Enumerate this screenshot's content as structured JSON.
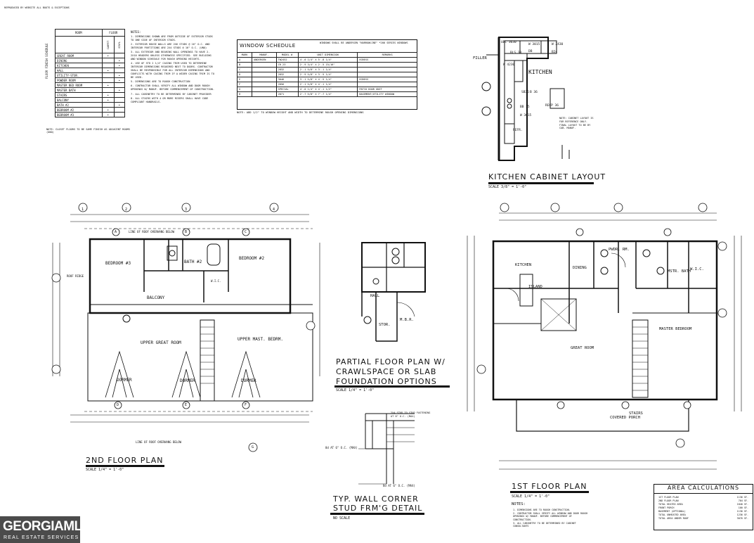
{
  "header_line": "REPRODUCED BY WEBSITE ALL BOOTS & EXCEPTIONS",
  "finish_schedule": {
    "side_title": "FLOOR FINISH SCHEDULE",
    "col_room": "ROOM",
    "col_floor": "FLOOR",
    "col_carpet": "CARPET",
    "col_vinyl": "VINYL",
    "rows": [
      {
        "room": "GREAT ROOM",
        "carpet": "•",
        "vinyl": ""
      },
      {
        "room": "DINING",
        "carpet": "",
        "vinyl": "•"
      },
      {
        "room": "KITCHEN",
        "carpet": "",
        "vinyl": "•"
      },
      {
        "room": "HALL",
        "carpet": "•",
        "vinyl": ""
      },
      {
        "room": "UTILITY-STOR.",
        "carpet": "",
        "vinyl": "•"
      },
      {
        "room": "POWDER ROOM",
        "carpet": "",
        "vinyl": "•"
      },
      {
        "room": "MASTER BED ROOM",
        "carpet": "•",
        "vinyl": ""
      },
      {
        "room": "MASTER BATH",
        "carpet": "",
        "vinyl": "•"
      },
      {
        "room": "STAIRS",
        "carpet": "•",
        "vinyl": ""
      },
      {
        "room": "BALCONY",
        "carpet": "•",
        "vinyl": ""
      },
      {
        "room": "BATH #2",
        "carpet": "",
        "vinyl": "•"
      },
      {
        "room": "BEDROOM #2",
        "carpet": "•",
        "vinyl": ""
      },
      {
        "room": "BEDROOM #3",
        "carpet": "•",
        "vinyl": ""
      }
    ],
    "footnote": "NOTE: CLOSET FLOORS TO BE SAME FINISH AS ADJACENT ROOMS (UNO)"
  },
  "general_notes": {
    "heading": "NOTES:",
    "items": [
      "1. DIMENSIONS SHOWN ARE FROM OUTSIDE OF EXTERIOR STUDS TO ONE SIDE OF INTERIOR STUDS.",
      "2. EXTERIOR HOUSE WALLS ARE 2X6 STUDS @ 16\" O.C. AND INTERIOR PARTITIONS ARE 2X4 STUDS @ 16\" O.C. (UNO)",
      "3. ALL EXTERIOR AND BEARING WALL OPENINGS TO HAVE 2-2X10 HEADERS UNLESS OTHERWISE SPECIFIED. SEE BUILDING AND WINDOW SCHEDULE FOR ROUGH OPENING HEIGHTS.",
      "4. USE OF STD 2 1/4\" CASING TRIM USED TO DETERMINE INTERIOR DIMENSIONS REQUIRED NEXT TO DOORS. CONTRACTOR SHALL BE RESPONSIBLE FOR ALL INTERIOR DIMENSIONS AND CONFLICTS WITH CASING TRIM IF A WIDER CASING TRIM IS TO BE USED.",
      "5. DIMENSIONS ARE TO ROUGH CONSTRUCTION",
      "6. CONTRACTOR SHALL VERIFY ALL WINDOW AND DOOR ROUGH OPENINGS W/ MANUF. BEFORE COMMENCEMENT OF CONSTRUCTION.",
      "7. ALL CABINETRY TO BE DETERMINED BY CABINET PROVIDER",
      "8. ALL STAIRS WITH 4 OR MORE RISERS SHALL HAVE CODE COMPLIANT HANDRAILS."
    ]
  },
  "window_schedule": {
    "title": "WINDOW SCHEDULE",
    "subtitle": "WINDOWS SHALL BE ANDERSEN \"NARROWLINE\" *200 SERIES WINDOWS",
    "headers": [
      "MARK",
      "MANUF.",
      "MODEL #",
      "UNIT DIMENSION",
      "REMARKS"
    ],
    "rows": [
      [
        "A",
        "ANDERSEN",
        "TW2452",
        "4'-0 1/4\" X 5'-8 1/4\"",
        "EGRESS"
      ],
      [
        "B",
        "",
        "CR 23",
        "2'-9 3/4\" X 2'-5 15/16\"",
        ""
      ],
      [
        "C",
        "",
        "2832",
        "2'-1 5/8\" X 3'-1 1/4\"",
        ""
      ],
      [
        "D",
        "",
        "2832",
        "2'-9 5/8\" X 3'-5 1/4\"",
        ""
      ],
      [
        "E",
        "",
        "3046",
        "3'-1 5/8\" X 4'-5 1/4\"",
        "EGRESS"
      ],
      [
        "F",
        "",
        "2856",
        "2'-1 5/8\" X 4'-1 1/4\"",
        ""
      ],
      [
        "G",
        "",
        "SPECIAL",
        "4'-0 1/4\" X 4'-1 1/2\"",
        "PATIO DOOR UNIT"
      ],
      [
        "H",
        "",
        "2871",
        "2'-7 5/8\" X 7'-7 1/4\"",
        "BASEMENT/UTILITY WINDOW"
      ]
    ],
    "note": "NOTE: ADD 1/2\" TO WINDOW HEIGHT AND WIDTH TO DETERMINE ROUGH OPENING DIMENSIONS"
  },
  "kitchen": {
    "title": "KITCHEN CABINET LAYOUT",
    "scale": "SCALE 3/8\" = 1'-0\"",
    "room_label": "KITCHEN",
    "filler": "FILLER",
    "cabinet_labels": [
      "UBC 3630",
      "W 3015",
      "W 2430",
      "DB",
      "B24",
      "BLS 33",
      "SB36",
      "B 36",
      "W 4230",
      "RECP 36",
      "W 3615",
      "BB 15",
      "REFR."
    ],
    "note": "NOTE: CABINET LAYOUT IS FOR REFERENCE ONLY. FINAL LAYOUT TO BE BY CAB. MANUF."
  },
  "second_floor": {
    "title": "2ND FLOOR PLAN",
    "scale": "SCALE 1/4\" = 1'-0\"",
    "labels": [
      "BEDROOM #3",
      "BATH #2",
      "BEDROOM #2",
      "BALCONY",
      "UPPER GREAT ROOM",
      "UPPER MAST. BEDRM.",
      "DORMER",
      "DORMER",
      "DORMER",
      "LINE OF ROOF OVERHANG BELOW",
      "LINE OF ROOF OVERHANG BELOW",
      "ROOF RIDGE",
      "W.I.C."
    ],
    "grid_bubbles": [
      "1",
      "2",
      "3",
      "4",
      "A",
      "B",
      "C",
      "D",
      "E",
      "F",
      "G"
    ]
  },
  "partial_plan": {
    "title_lines": [
      "PARTIAL FLOOR PLAN W/",
      "CRAWLSPACE OR SLAB",
      "FOUNDATION OPTIONS"
    ],
    "scale": "SCALE 1/4\" = 1'-0\"",
    "labels": [
      "STOR.",
      "M.B.R.",
      "HALL"
    ]
  },
  "wall_detail": {
    "title_lines": [
      "TYP. WALL CORNER",
      "STUD FRM'G DETAIL"
    ],
    "scale": "NO SCALE",
    "callouts": [
      "2X4 STUD TO STUD FASTENING AT 8\" O.C. (MAX)",
      "8d AT 6\" O.C. (MAX)",
      "8d AT 6\" O.C. (MAX)"
    ]
  },
  "first_floor": {
    "title": "1ST FLOOR PLAN",
    "scale": "SCALE 1/4\" = 1'-0\"",
    "labels": [
      "KITCHEN",
      "DINING",
      "PWDR. RM.",
      "MASTER BEDROOM",
      "GREAT ROOM",
      "COVERED PORCH",
      "STAIRS",
      "W.I.C.",
      "MSTR. BATH",
      "ISLAND"
    ],
    "notes_heading": "NOTES:",
    "notes": [
      "1. DIMENSIONS ARE TO ROUGH CONSTRUCTION.",
      "2. CONTRACTOR SHALL VERIFY ALL WINDOW AND DOOR ROUGH OPENINGS W/ MANUF. BEFORE COMMENCEMENT OF CONSTRUCTION.",
      "3. ALL CABINETRY TO BE DETERMINED BY CABINET CONSULTANTS"
    ]
  },
  "area_calculations": {
    "title": "AREA CALCULATIONS",
    "rows": [
      [
        "1ST FLOOR PLAN",
        "1136 SF."
      ],
      [
        "2ND FLOOR PLAN",
        "704 SF."
      ],
      [
        "TOTAL HEATED AREA",
        "1840 SF."
      ],
      [
        "FRONT PORCH",
        "100 SF."
      ],
      [
        "BASEMENT (OPTIONAL)",
        "1136 SF."
      ],
      [
        "TOTAL UNHEATED AREA",
        "1236 SF."
      ],
      [
        "TOTAL AREA UNDER ROOF",
        "3076 SF."
      ]
    ]
  },
  "watermark": {
    "brand": "GEORGIAMLS",
    "tagline": "REAL ESTATE SERVICES"
  }
}
